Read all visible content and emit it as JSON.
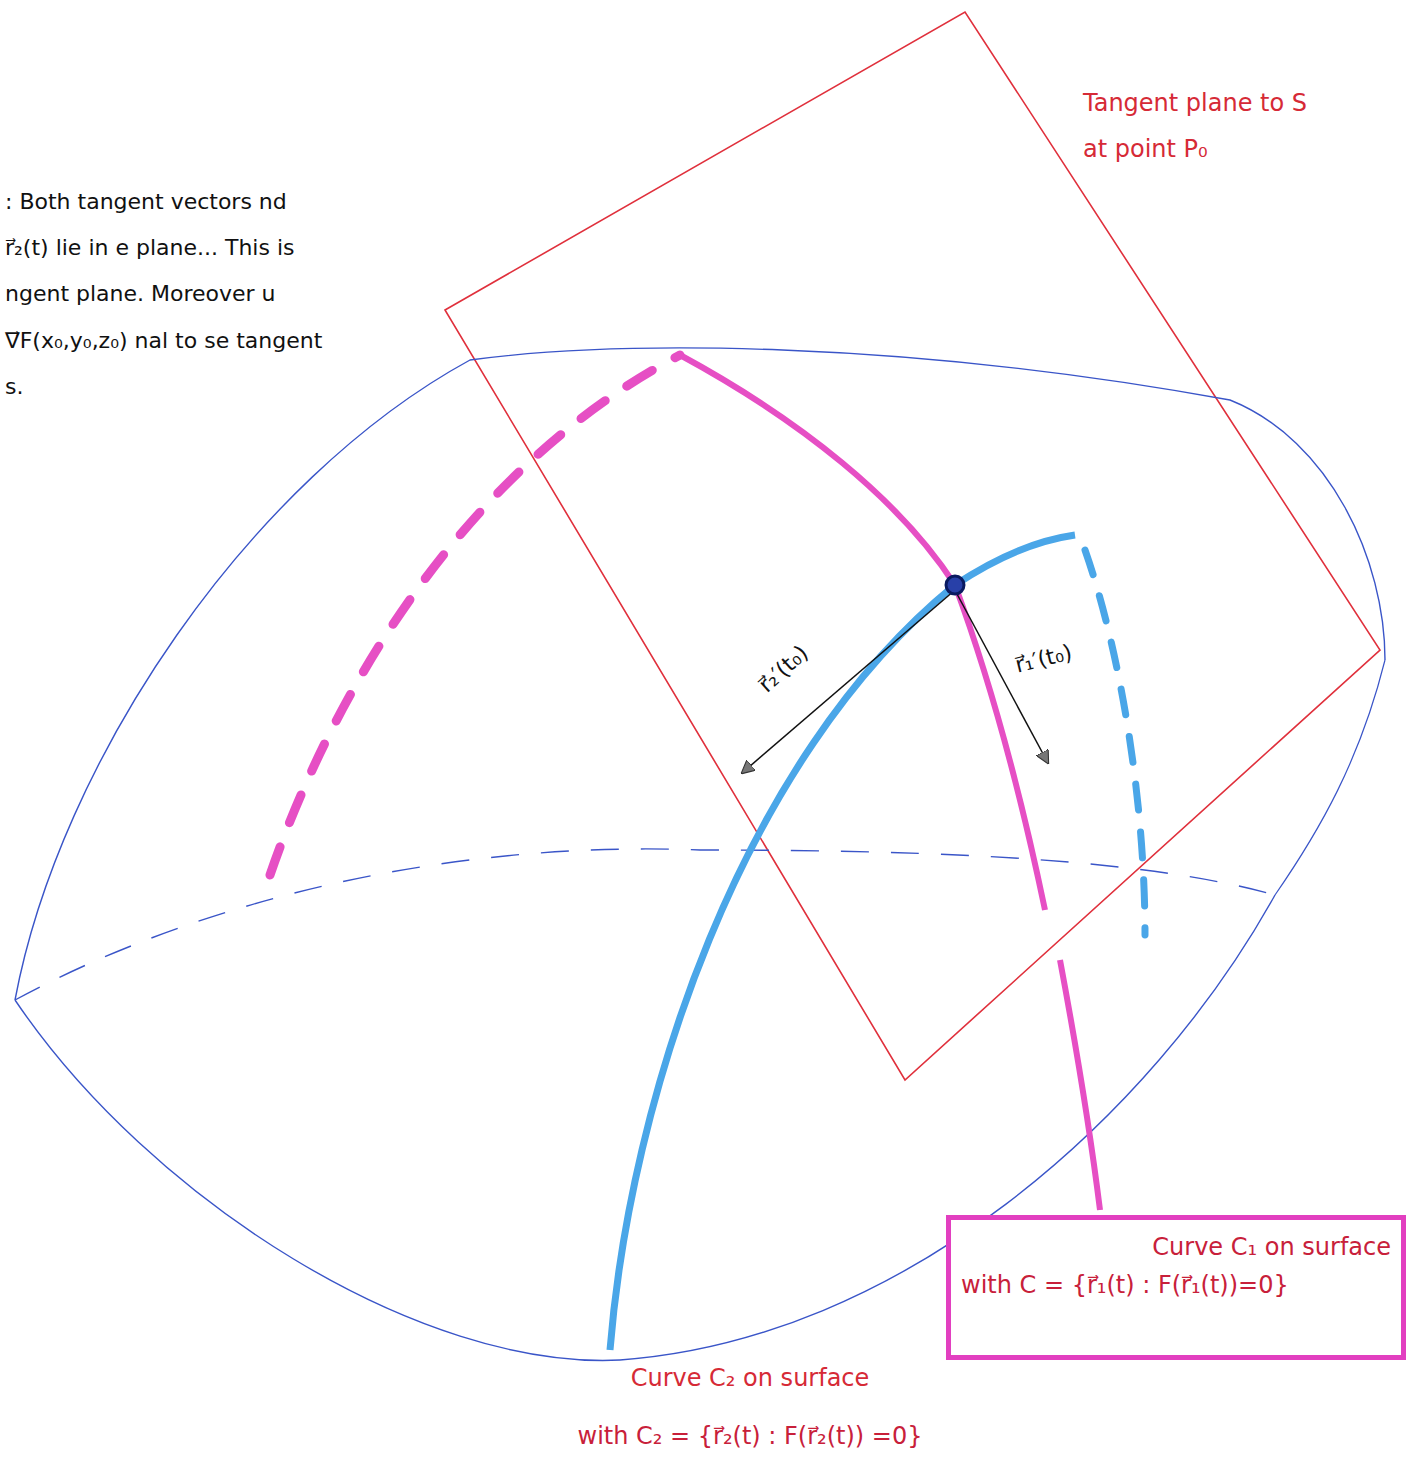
{
  "diagram": {
    "nodes": [
      {
        "text": [
          "Curve C₁ on surface",
          "with C = {r⃗₁(t) : F(r⃗₁(t))=0}"
        ]
      }
    ],
    "labels": [
      ": Both tangent vectors nd r⃗₂(t) lie in e plane... This is ngent plane. Moreover u ∇⃗F(x₀,y₀,z₀) nal to se tangent s.",
      "Tangent plane to S at point P₀",
      "r⃗₂′(t₀)",
      "r⃗₁′(t₀)",
      "Curve C₂ on surface",
      "with C₂ = {r⃗₂(t) : F(r⃗₂(t)) =0}"
    ]
  }
}
